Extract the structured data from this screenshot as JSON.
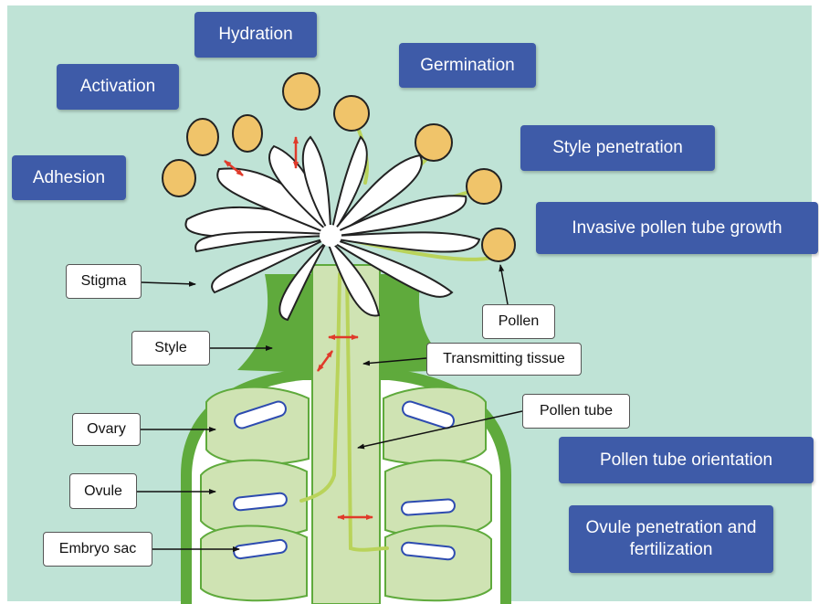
{
  "stages": {
    "hydration": "Hydration",
    "activation": "Activation",
    "germination": "Germination",
    "adhesion": "Adhesion",
    "style_penetration": "Style penetration",
    "invasive_growth": "Invasive pollen tube growth",
    "tube_orientation": "Pollen tube orientation",
    "ovule_penetration": "Ovule penetration and fertilization"
  },
  "parts": {
    "stigma": "Stigma",
    "style": "Style",
    "ovary": "Ovary",
    "ovule": "Ovule",
    "embryo_sac": "Embryo sac",
    "pollen": "Pollen",
    "transmitting_tissue": "Transmitting tissue",
    "pollen_tube": "Pollen tube"
  },
  "colors": {
    "background": "#bfe3d6",
    "stage_box": "#3e5ba8",
    "tissue_green": "#5faa3c",
    "ovule_fill": "#cfe3b3",
    "pollen_fill": "#f0c46a",
    "embryo_sac": "#2d4bb0",
    "arrow_red": "#e03a2a"
  }
}
